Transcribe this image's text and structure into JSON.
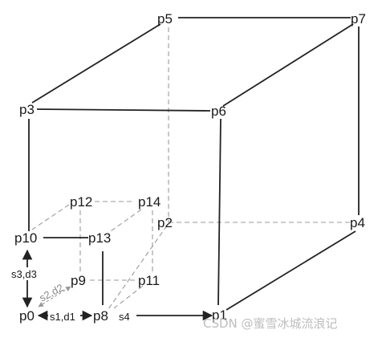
{
  "nodes": [
    {
      "id": "p0",
      "label": "p0"
    },
    {
      "id": "p1",
      "label": "p1"
    },
    {
      "id": "p2",
      "label": "p2"
    },
    {
      "id": "p3",
      "label": "p3"
    },
    {
      "id": "p4",
      "label": "p4"
    },
    {
      "id": "p5",
      "label": "p5"
    },
    {
      "id": "p6",
      "label": "p6"
    },
    {
      "id": "p7",
      "label": "p7"
    },
    {
      "id": "p8",
      "label": "p8"
    },
    {
      "id": "p9",
      "label": "p9"
    },
    {
      "id": "p10",
      "label": "p10"
    },
    {
      "id": "p11",
      "label": "p11"
    },
    {
      "id": "p12",
      "label": "p12"
    },
    {
      "id": "p13",
      "label": "p13"
    },
    {
      "id": "p14",
      "label": "p14"
    }
  ],
  "edge_labels": {
    "s1d1": "s1,d1",
    "s2d2": "s2,d2",
    "s3d3": "s3,d3",
    "s4": "s4"
  },
  "watermark": "CSDN @蜜雪冰城流浪记"
}
